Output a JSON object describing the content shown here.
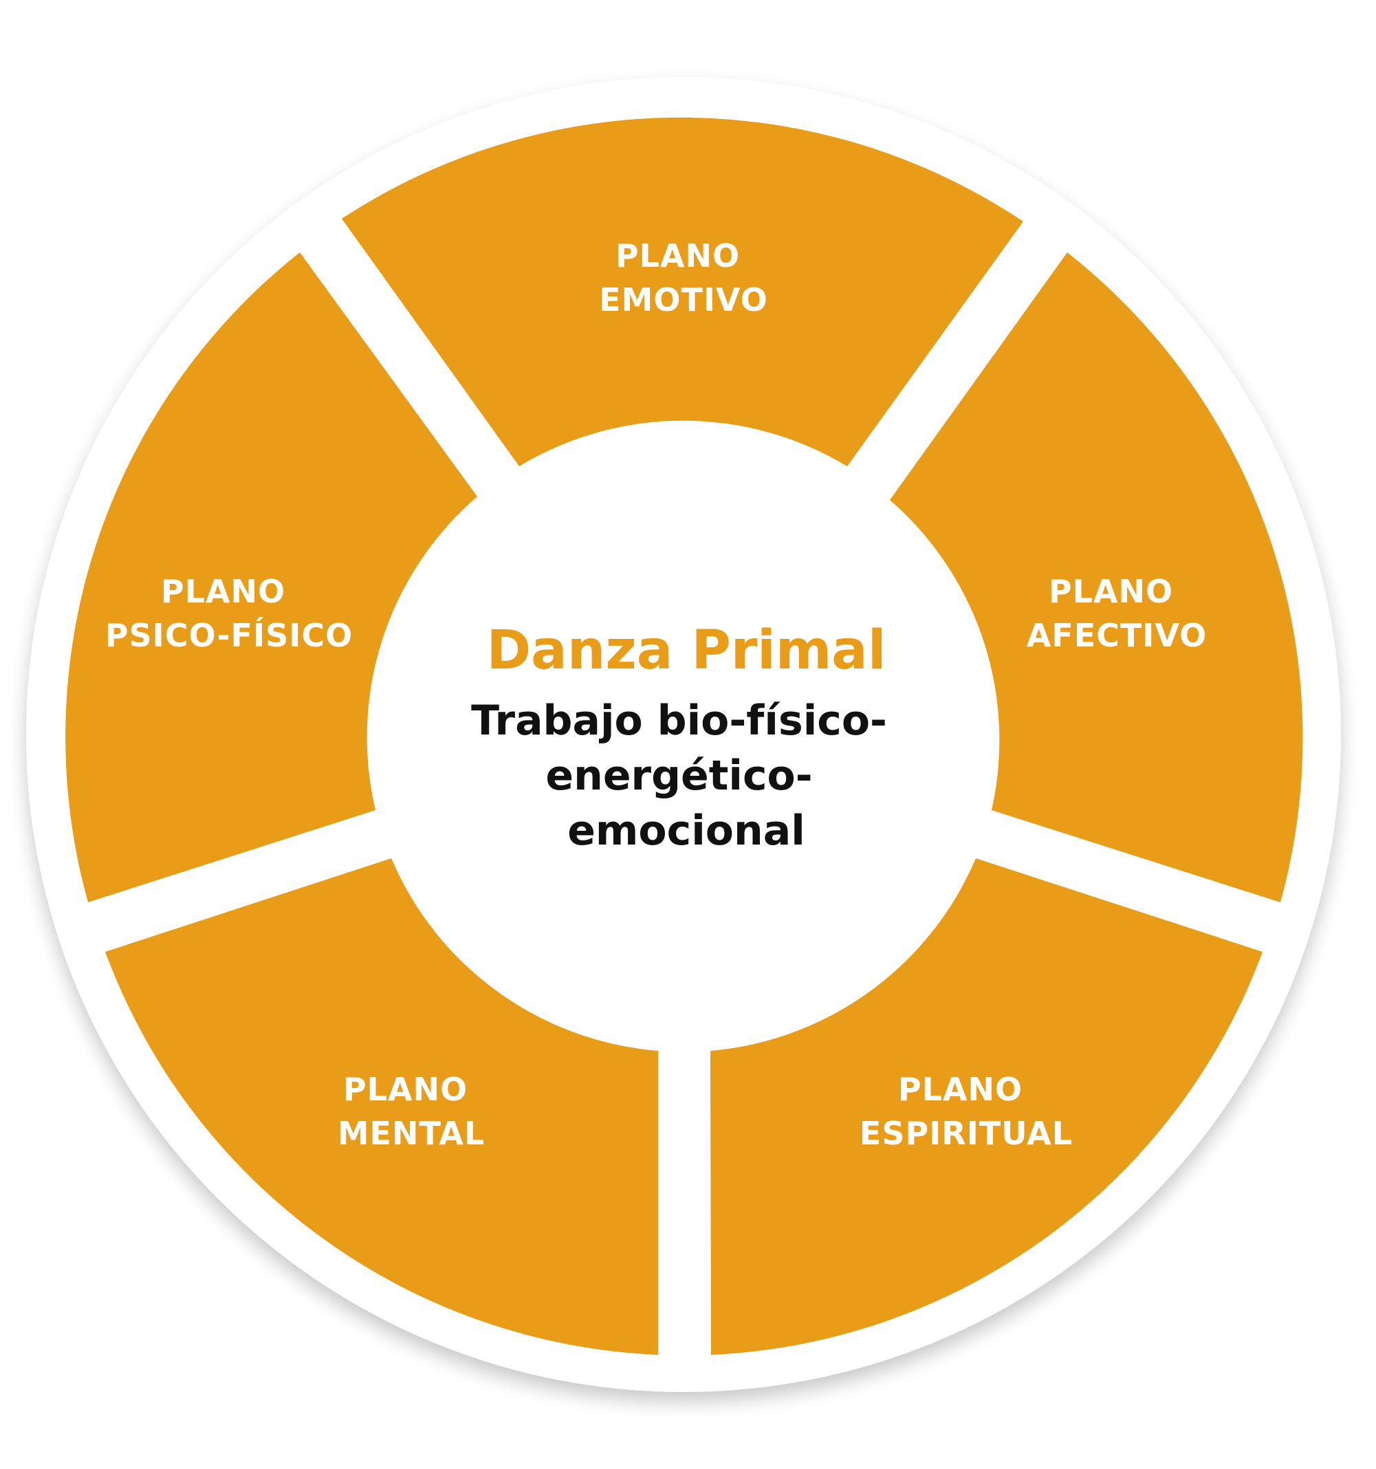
{
  "colors": {
    "segment_fill": "#E89C17",
    "segment_text": "#FFFFFF",
    "title_color": "#E89C17",
    "subtitle_color": "#111111",
    "background": "#FFFFFF"
  },
  "center": {
    "title": "Danza Primal",
    "subtitle_lines": [
      "Trabajo bio-físico-",
      "energético-",
      "emocional"
    ]
  },
  "segments": [
    {
      "id": "emotivo",
      "lines": [
        "PLANO",
        "EMOTIVO"
      ]
    },
    {
      "id": "afectivo",
      "lines": [
        "PLANO",
        "AFECTIVO"
      ]
    },
    {
      "id": "espiritual",
      "lines": [
        "PLANO",
        "ESPIRITUAL"
      ]
    },
    {
      "id": "mental",
      "lines": [
        "PLANO",
        "MENTAL"
      ]
    },
    {
      "id": "psico-fisico",
      "lines": [
        "PLANO",
        "PSICO-FÍSICO"
      ]
    }
  ]
}
